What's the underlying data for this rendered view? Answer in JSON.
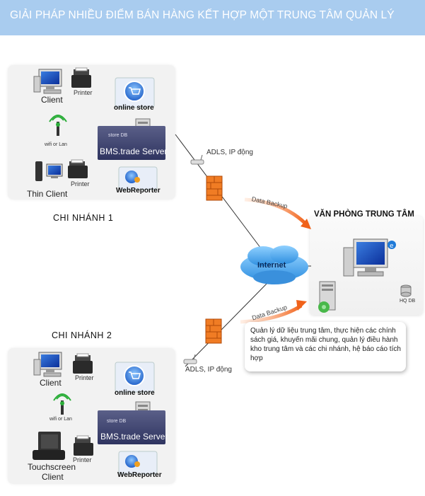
{
  "header": {
    "title": "GIẢI PHÁP NHIỀU ĐIỂM BÁN HÀNG KẾT HỢP MỘT TRUNG TÂM QUẢN LÝ"
  },
  "branch1": {
    "label": "CHI NHÁNH 1",
    "client": "Client",
    "printer1": "Printer",
    "wifi": "wifi or Lan",
    "thin_client": "Thin Client",
    "printer2": "Printer",
    "online_store": "online store",
    "store_db": "store DB",
    "server": "BMS.trade Server",
    "web_reporter": "WebReporter"
  },
  "branch2": {
    "label": "CHI NHÁNH 2",
    "client": "Client",
    "printer1": "Printer",
    "wifi": "wifi or Lan",
    "touch_client_line1": "Touchscreen",
    "touch_client_line2": "Client",
    "printer2": "Printer",
    "online_store": "online store",
    "store_db": "store DB",
    "server": "BMS.trade Server",
    "web_reporter": "WebReporter"
  },
  "network": {
    "adsl_top": "ADLS, IP động",
    "adsl_bottom": "ADLS, IP động",
    "backup_top": "Data Backup",
    "backup_bottom": "Data Backup",
    "internet": "Internet"
  },
  "hq": {
    "title": "VĂN PHÒNG TRUNG TÂM",
    "db": "HQ DB",
    "description": "Quản lý dữ liệu trung tâm, thực hiện các chính sách giá, khuyến mãi chung, quản lý điều hành kho trung tâm và các chi nhánh, hệ báo cáo tích hợp"
  },
  "colors": {
    "banner": "#a9ccef",
    "panel": "#f2f2f2",
    "server": "#3b4070",
    "arrow": "#f06a1a",
    "cloud": "#5aaef0",
    "firewall": "#f07c24"
  }
}
